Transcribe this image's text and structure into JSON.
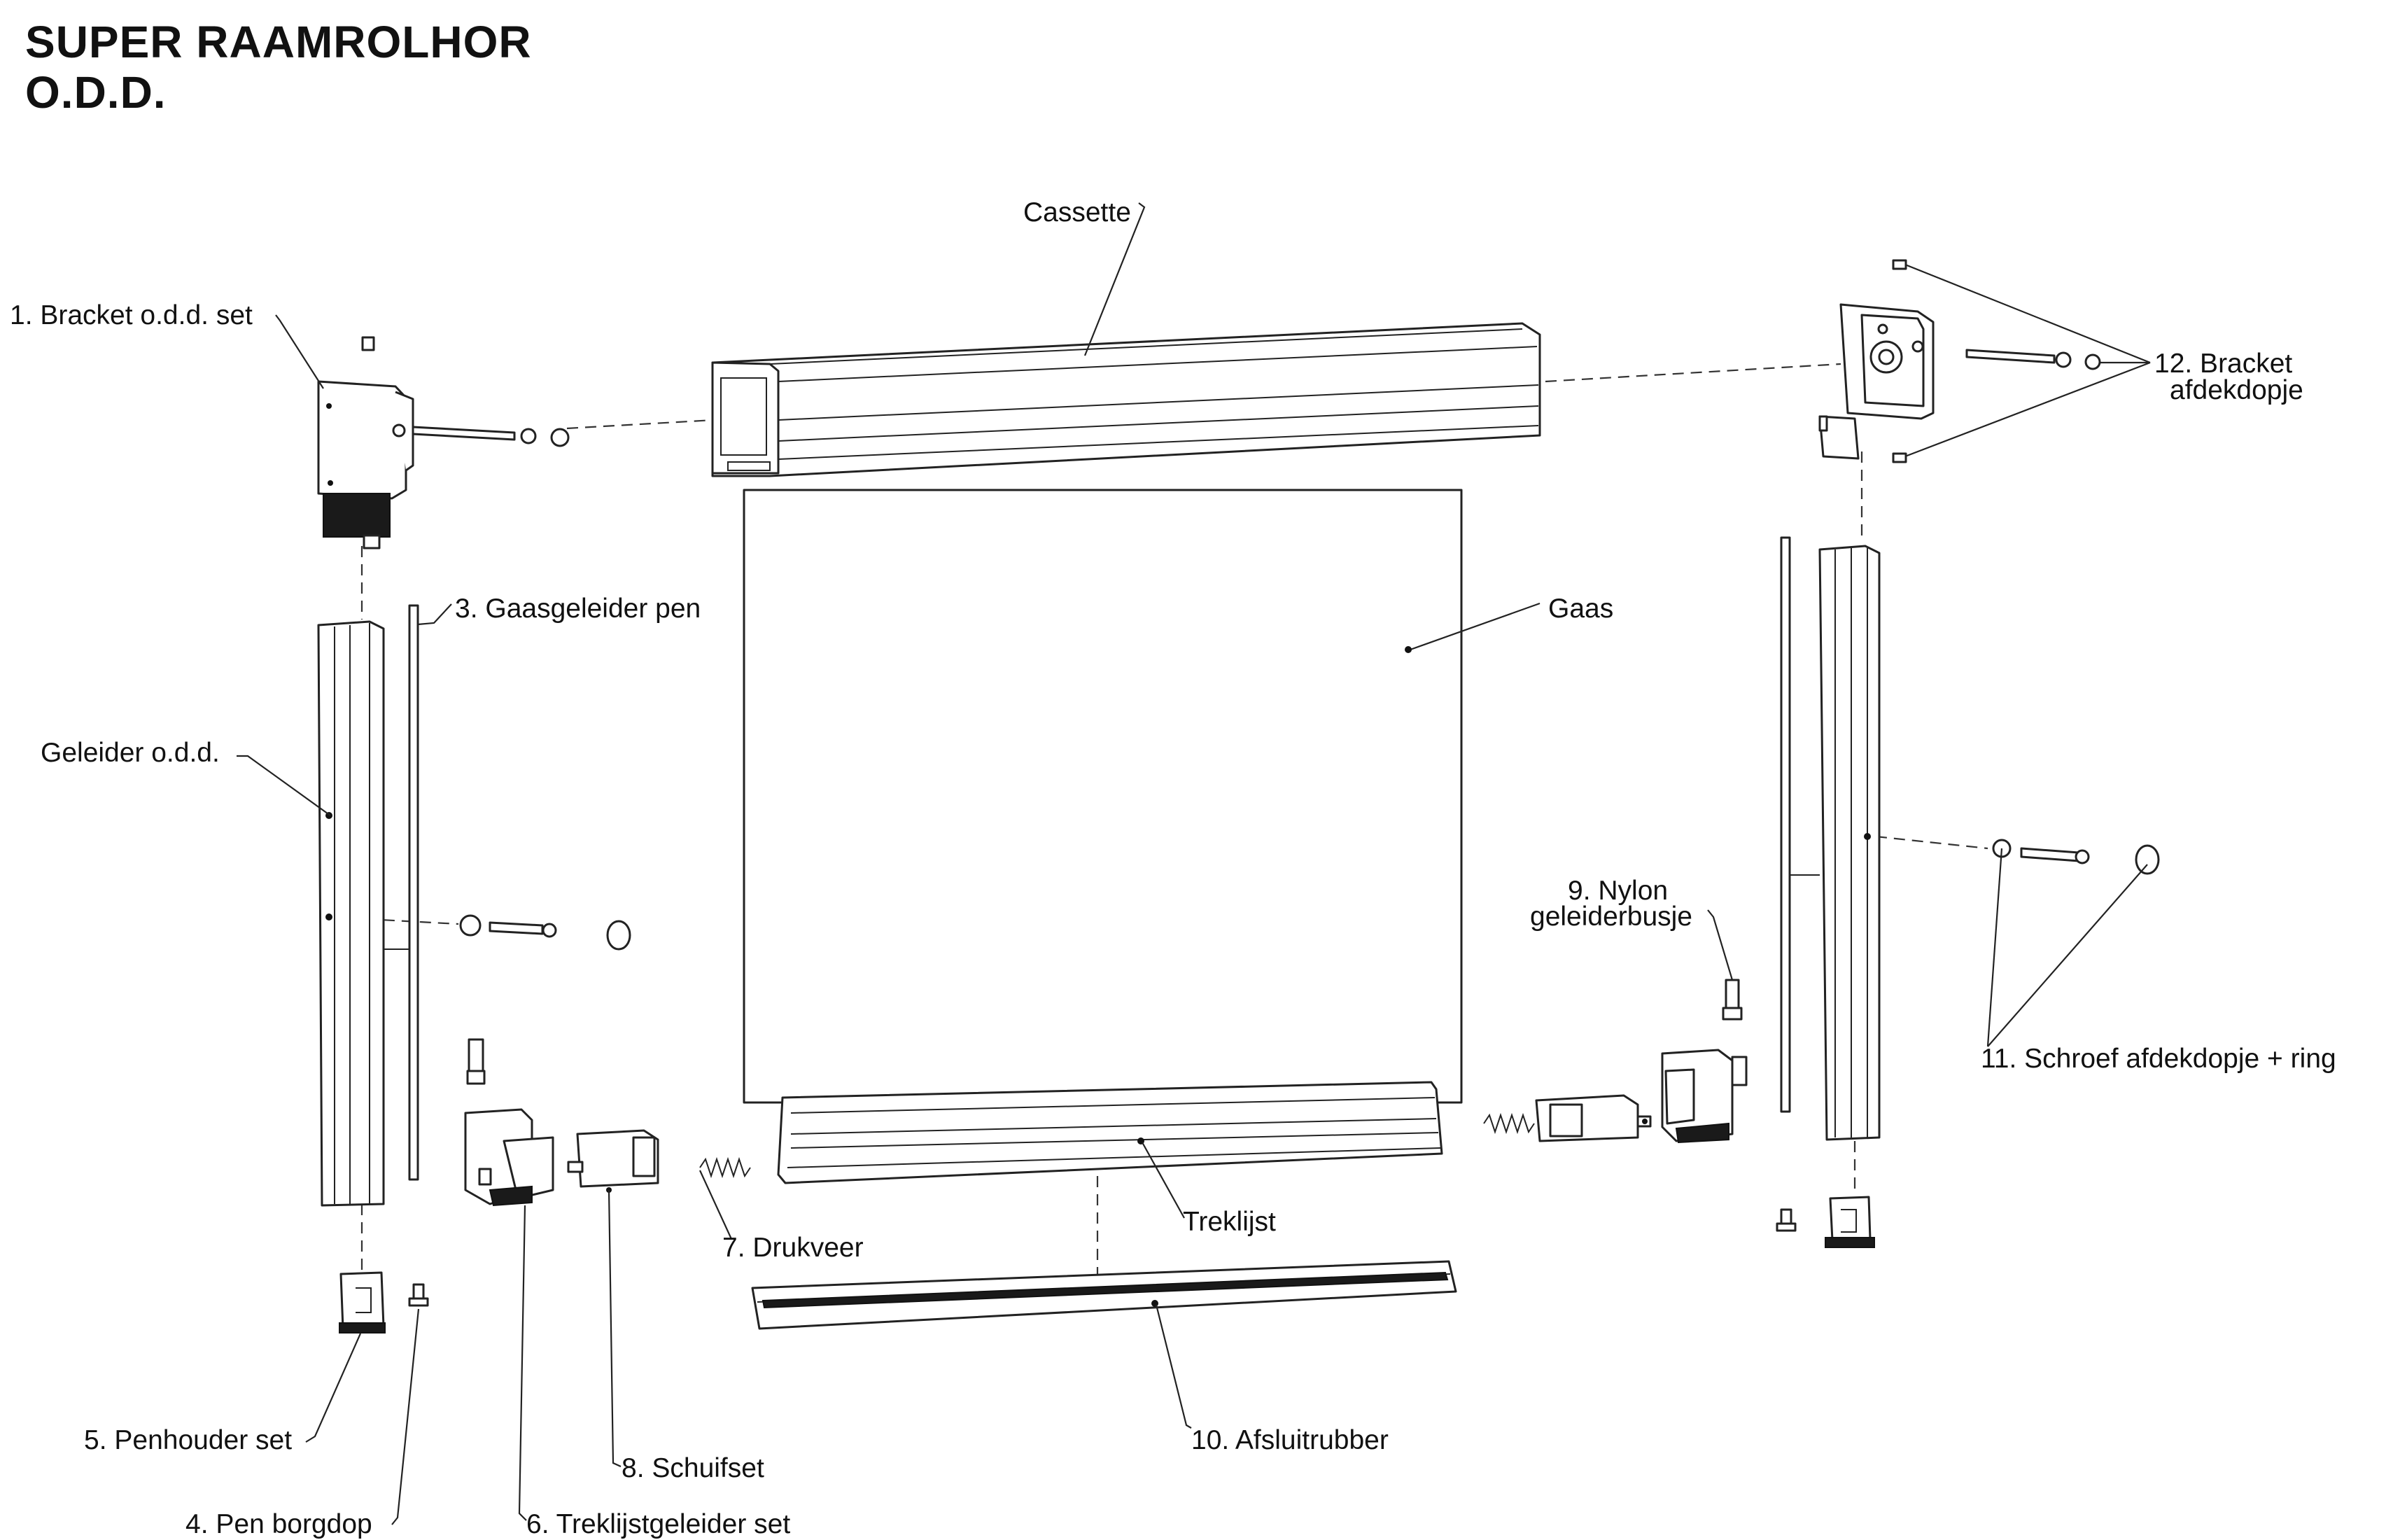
{
  "title": {
    "line1": "SUPER RAAMROLHOR",
    "line2": "O.D.D."
  },
  "labels": {
    "cassette": "Cassette",
    "bracket_set": "1. Bracket o.d.d. set",
    "gaasgeleider_pen": "3. Gaasgeleider pen",
    "gaas": "Gaas",
    "geleider": "Geleider o.d.d.",
    "bracket_afdekdopje_line1": "12. Bracket",
    "bracket_afdekdopje_line2": "afdekdopje",
    "nylon_line1": "9. Nylon",
    "nylon_line2": "geleiderbusje",
    "schroef": "11. Schroef afdekdopje + ring",
    "treklijst": "Treklijst",
    "drukveer": "7. Drukveer",
    "penhouder": "5. Penhouder set",
    "schuifset": "8. Schuifset",
    "afsluitrubber": "10. Afsluitrubber",
    "pen_borgdop": "4. Pen borgdop",
    "treklijstgeleider": "6. Treklijstgeleider set"
  }
}
